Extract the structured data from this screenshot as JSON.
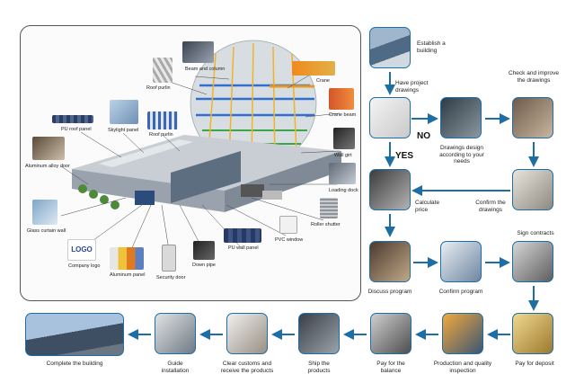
{
  "colors": {
    "arrow": "#1e6ea3",
    "panel_border": "#555555",
    "frame_blue": "#2f6fd0",
    "frame_green": "#3aa64a",
    "frame_yellow": "#f0b32a"
  },
  "building_labels": {
    "beam_and_column": "Beam and column",
    "roof_purlin_top": "Roof purlin",
    "crane": "Crane",
    "crane_beam": "Crane beam",
    "pu_roof_panel": "PU roof panel",
    "skylight_panel": "Skylight panel",
    "roof_purlin_mid": "Roof purlin",
    "wall_girt": "Wall girt",
    "aluminum_alloy_door": "Aluminum alloy door",
    "loading_dock": "Loading dock",
    "glass_curtain_wall": "Glass curtain wall",
    "roller_shutter": "Roller shutter",
    "pvc_window": "PVC window",
    "pu_wall_panel": "PU wall panel",
    "company_logo": "Company logo",
    "logo_text": "LOGO",
    "aluminum_panel": "Aluminum panel",
    "security_door": "Security door",
    "down_pipe": "Down pipe"
  },
  "flow": {
    "establish": "Establish a building",
    "have_drawings": "Have project drawings",
    "check_improve": "Check and improve the drawings",
    "no": "NO",
    "yes": "YES",
    "drawings_design": "Drawings design according to your needs",
    "calculate_price": "Calculate price",
    "confirm_drawings": "Confirm the drawings",
    "sign_contracts": "Sign contracts",
    "discuss_program": "Discuss program",
    "confirm_program": "Confirm program",
    "complete": "Complete the building",
    "guide_installation": "Guide installation",
    "clear_customs": "Clear customs and receive the products",
    "ship": "Ship the products",
    "pay_balance": "Pay for the balance",
    "production": "Production and quality inspection",
    "pay_deposit": "Pay for deposit"
  }
}
